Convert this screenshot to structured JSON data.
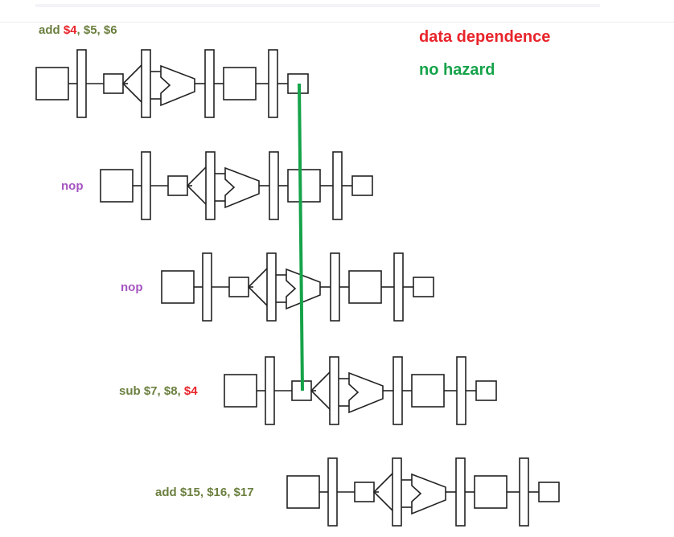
{
  "colors": {
    "instruction": "#6b7f3f",
    "register_dependency": "#e8242b",
    "nop": "#a554c0",
    "legend_dependence": "#e8242b",
    "legend_no_hazard": "#16a34a",
    "forward_line": "#16a34a",
    "pipeline_stroke": "#222222"
  },
  "legend": {
    "dependence": "data dependence",
    "no_hazard": "no hazard"
  },
  "instructions": [
    {
      "kind": "instr",
      "parts": [
        {
          "text": "add ",
          "color": "instruction"
        },
        {
          "text": "$4",
          "color": "register_dependency"
        },
        {
          "text": ", $5, $6",
          "color": "instruction"
        }
      ]
    },
    {
      "kind": "nop",
      "parts": [
        {
          "text": "nop",
          "color": "nop"
        }
      ]
    },
    {
      "kind": "nop",
      "parts": [
        {
          "text": "nop",
          "color": "nop"
        }
      ]
    },
    {
      "kind": "instr",
      "parts": [
        {
          "text": "sub $7, $8, ",
          "color": "instruction"
        },
        {
          "text": "$4",
          "color": "register_dependency"
        }
      ]
    },
    {
      "kind": "instr",
      "parts": [
        {
          "text": "add $15, $16, $17",
          "color": "instruction"
        }
      ]
    }
  ],
  "pipeline_stages": [
    "IM",
    "Reg",
    "ALU",
    "DM",
    "Reg"
  ],
  "icons": {
    "instruction_memory": "rect-box-icon",
    "register_file": "small-box-icon",
    "alu": "alu-chevron-icon",
    "data_memory": "rect-box-icon",
    "pipeline_register": "tall-bar-icon"
  }
}
